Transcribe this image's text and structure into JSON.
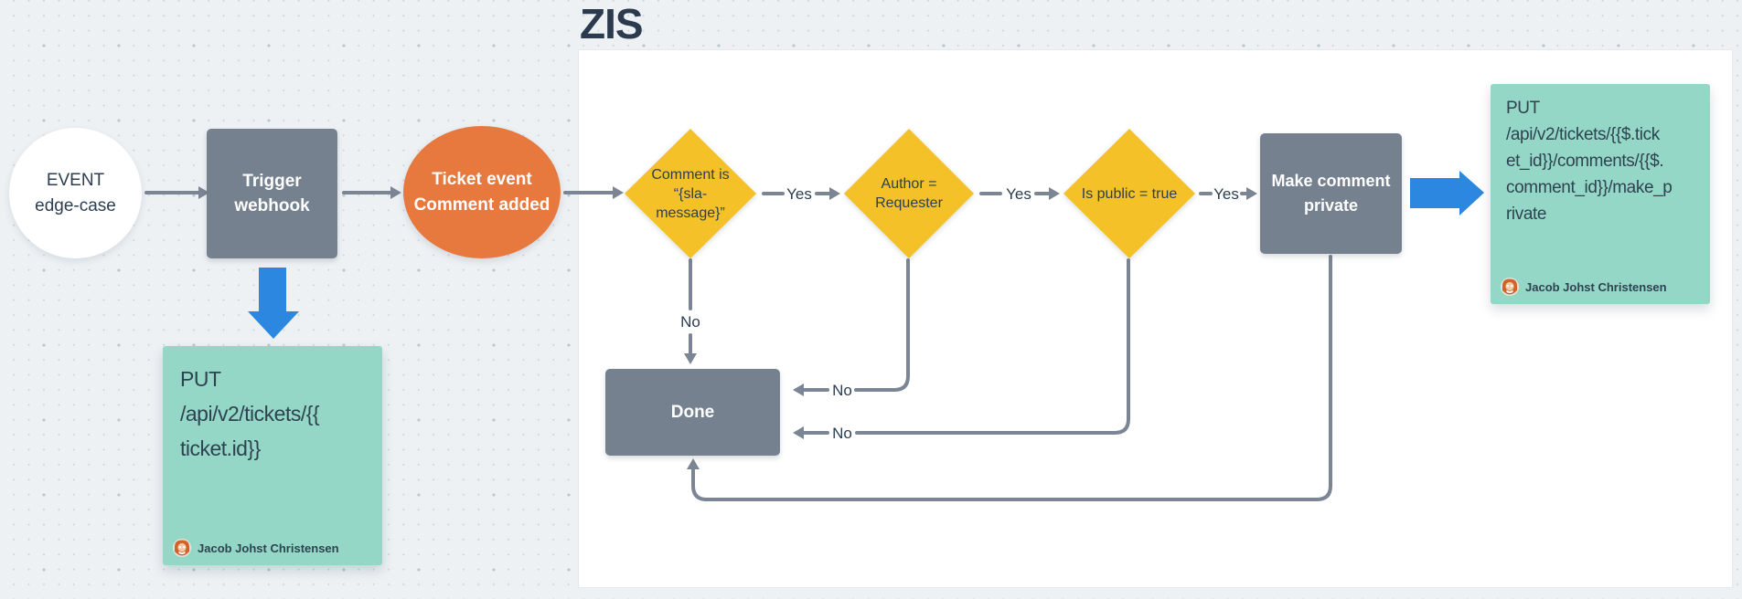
{
  "frame": {
    "title": "ZIS"
  },
  "nodes": {
    "event": {
      "label": "EVENT\nedge-case"
    },
    "trigger": {
      "label": "Trigger\nwebhook"
    },
    "ticket_event": {
      "label": "Ticket event\nComment added"
    },
    "decision_comment": {
      "label": "Comment is\n“{sla-\nmessage}”"
    },
    "decision_author": {
      "label": "Author =\nRequester"
    },
    "decision_public": {
      "label": "Is public = true"
    },
    "make_private": {
      "label": "Make comment\nprivate"
    },
    "done": {
      "label": "Done"
    }
  },
  "edge_labels": {
    "yes1": "Yes",
    "yes2": "Yes",
    "yes3": "Yes",
    "no1": "No",
    "no2": "No",
    "no3": "No"
  },
  "stickies": {
    "left": {
      "text": "PUT\n/api/v2/tickets/{{\nticket.id}}",
      "author": "Jacob Johst Christensen"
    },
    "right": {
      "text": "PUT\n/api/v2/tickets/{{$.tick\net_id}}/comments/{{$.\ncomment_id}}/make_p\nrivate",
      "author": "Jacob Johst Christensen"
    }
  },
  "colors": {
    "bg": "#edf1f4",
    "dot": "#ccd4dc",
    "dot2": "#bcc6d0",
    "frame-bg": "#ffffff",
    "shape-gray": "#76818F",
    "orange": "#E8793E",
    "yellow": "#F4C228",
    "teal": "#95D7C7",
    "blue": "#2B87E0",
    "line": "#7B8593",
    "ink": "#2C3E50",
    "title": "#2B3A4C",
    "sticky-ink": "#2D4350"
  }
}
